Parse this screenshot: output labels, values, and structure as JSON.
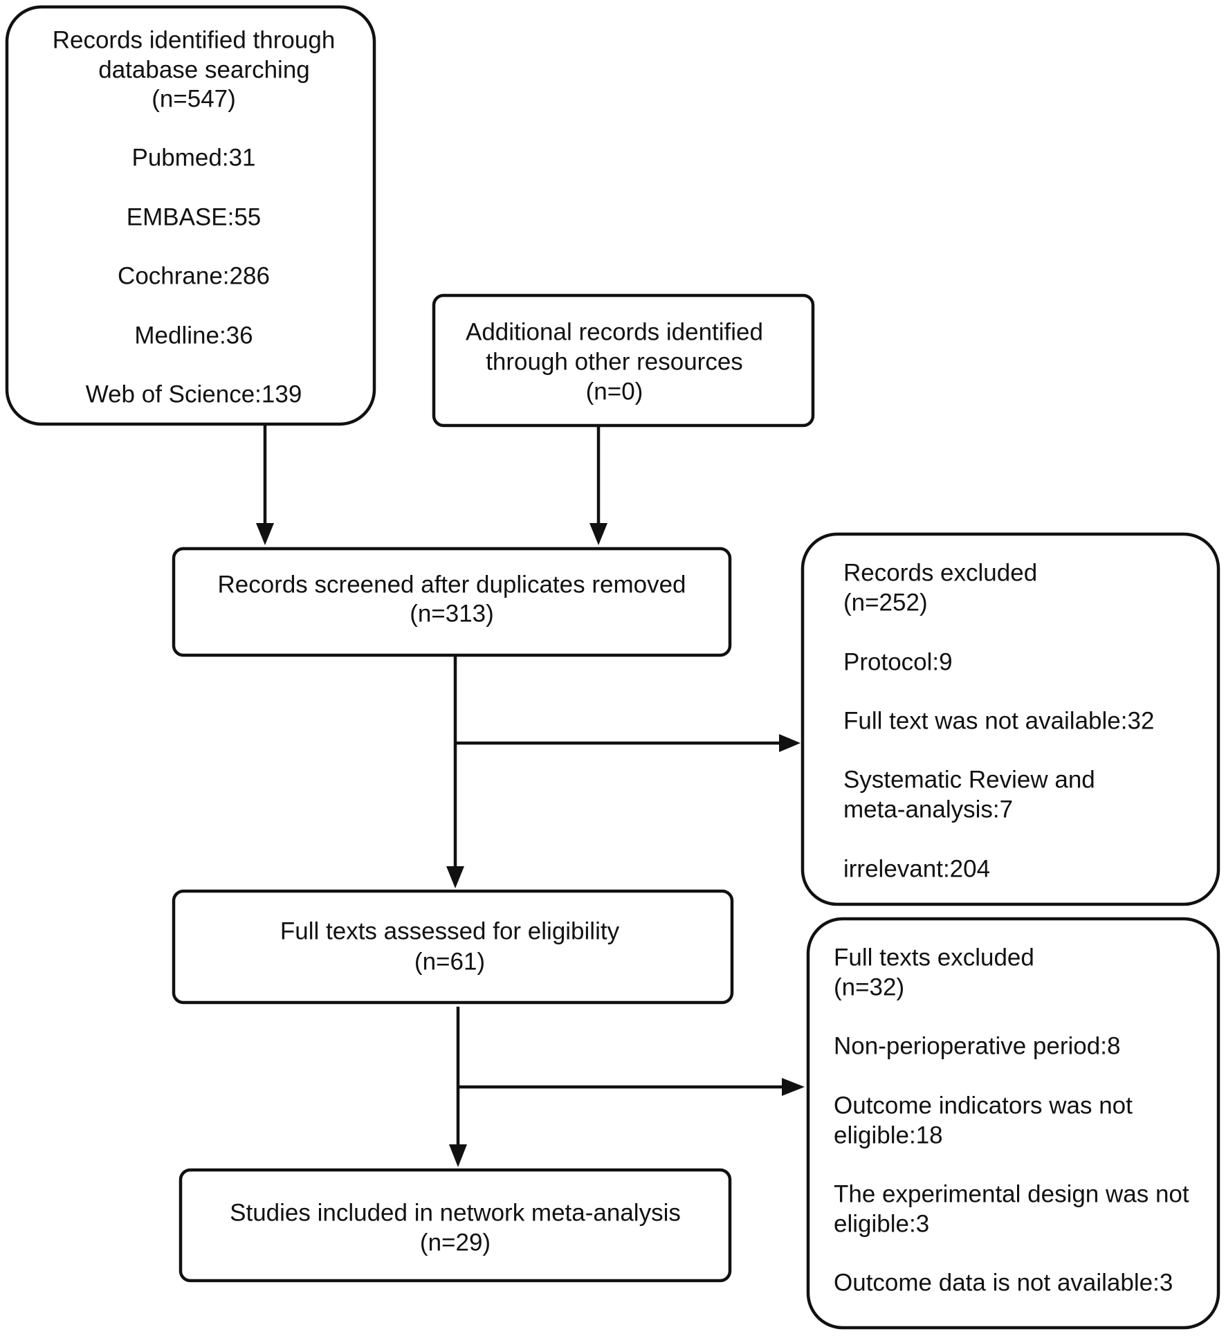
{
  "identification": {
    "database": {
      "lines": [
        "Records identified through",
        "database searching",
        "(n=547)"
      ],
      "sources": [
        "Pubmed:31",
        "EMBASE:55",
        "Cochrane:286",
        "Medline:36",
        "Web of Science:139"
      ]
    },
    "other": {
      "lines": [
        "Additional records identified",
        "through other resources",
        "(n=0)"
      ]
    }
  },
  "screening": {
    "lines": [
      "Records screened after duplicates removed",
      "(n=313)"
    ]
  },
  "records_excluded": {
    "lines": [
      "Records excluded",
      "(n=252)",
      "Protocol:9",
      "Full text was not available:32",
      "Systematic Review and",
      "meta-analysis:7",
      "irrelevant:204"
    ]
  },
  "eligibility": {
    "lines": [
      "Full texts assessed for eligibility",
      "(n=61)"
    ]
  },
  "fulltext_excluded": {
    "lines": [
      "Full texts excluded",
      "(n=32)",
      "Non-perioperative period:8",
      "Outcome indicators was not",
      "eligible:18",
      "The experimental design was not",
      "eligible:3",
      "Outcome data is not available:3"
    ]
  },
  "included": {
    "lines": [
      "Studies included in network meta-analysis",
      "(n=29)"
    ]
  }
}
